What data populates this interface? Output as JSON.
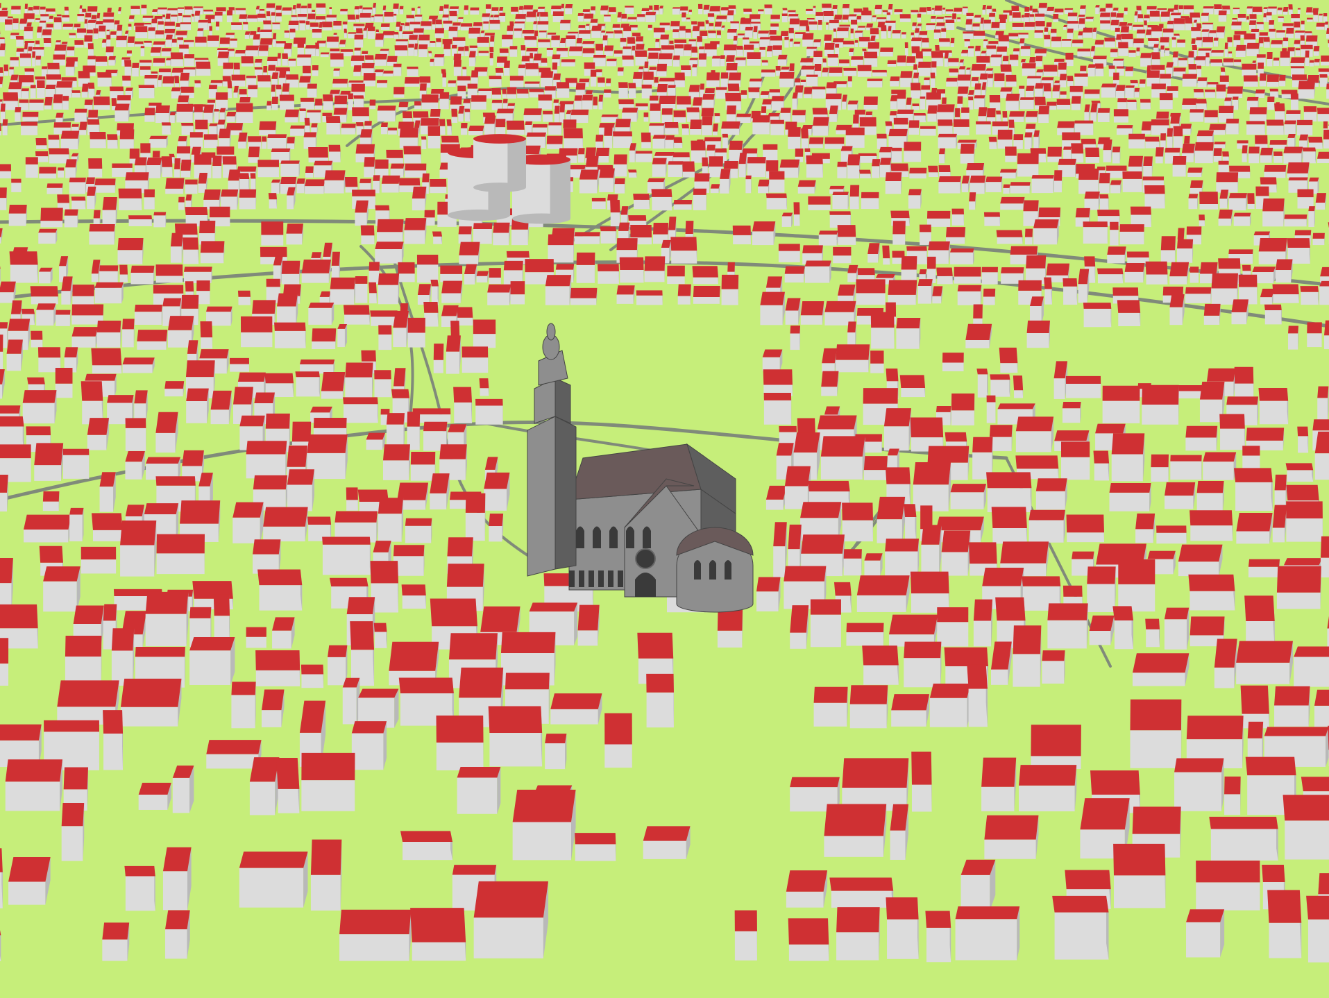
{
  "scene": {
    "kind": "3d-city-model",
    "view": "oblique-perspective",
    "colors": {
      "ground": "#c6ee7a",
      "roof": "#cf3033",
      "wall_light": "#dcdcdc",
      "wall_shade": "#b9b9b9",
      "road": "#808a7a",
      "landmark_light": "#8e8e8e",
      "landmark_dark": "#5e5e5e",
      "landmark_roof": "#6a5a5a",
      "landmark_window": "#3a3a3a"
    },
    "landmark": {
      "type": "church",
      "parts": [
        "tower",
        "spire",
        "nave",
        "transept",
        "apse",
        "rose-window",
        "lancet-windows"
      ]
    },
    "legend": null,
    "text_labels": []
  }
}
